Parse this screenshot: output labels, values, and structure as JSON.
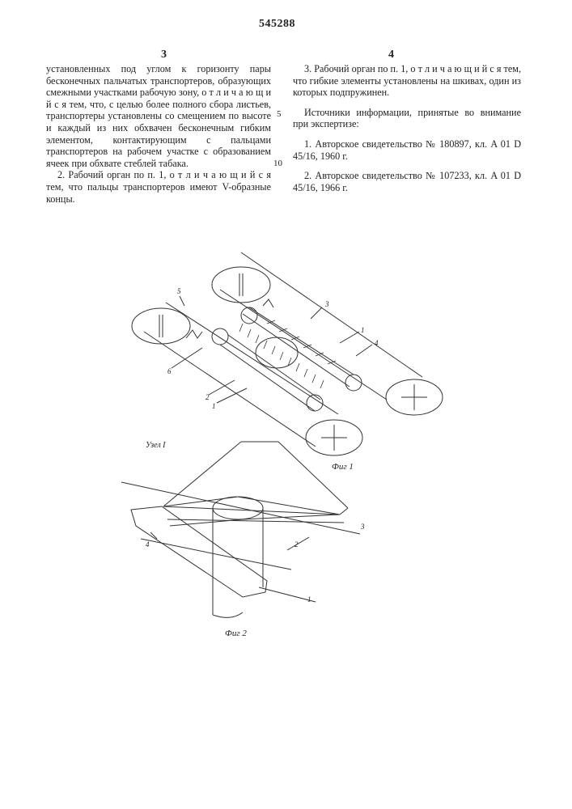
{
  "document_number": "545288",
  "page_columns": {
    "left": "3",
    "right": "4"
  },
  "line_numbers": [
    "5",
    "10"
  ],
  "left_text": [
    "установленных под углом к горизонту пары бесконечных пальчатых транспортеров, образующих смежными участками рабочую зону, о т л и ч а ю щ и й с я тем, что, с целью более полного сбора листьев, транспортеры установлены со смещением по высоте и каждый из них обхвачен бесконечным гибким элементом, контактирующим с пальцами транспортеров на рабочем участке с образованием ячеек при обхвате стеблей табака.",
    "2. Рабочий орган по п. 1, о т л и ч а ю щ и й с я тем, что пальцы транспортеров имеют V-образные концы."
  ],
  "right_text": {
    "claim3": "3. Рабочий орган по п. 1, о т л и ч а ю щ и й с я тем, что гибкие элементы установлены на шкивах, один из которых подпружинен.",
    "sources_heading": "Источники информации, принятые во внимание при экспертизе:",
    "sources": [
      "1. Авторское свидетельство № 180897, кл. A 01 D 45/16, 1960 г.",
      "2. Авторское свидетельство № 107233, кл. A 01 D 45/16, 1966 г."
    ]
  },
  "figure1": {
    "caption": "Фиг 1",
    "labels": [
      "5",
      "3",
      "1",
      "4",
      "6",
      "2",
      "1"
    ]
  },
  "figure2": {
    "node_label": "Узел I",
    "caption": "Фиг 2",
    "labels": [
      "4",
      "2",
      "3",
      "1"
    ]
  }
}
